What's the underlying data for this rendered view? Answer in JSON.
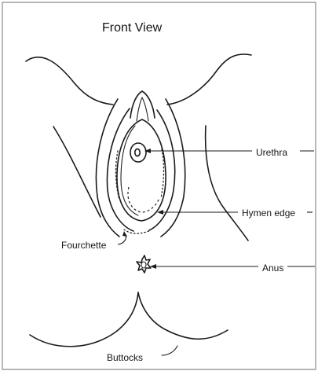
{
  "diagram": {
    "title": "Front View",
    "labels": {
      "urethra": "Urethra",
      "hymen_edge": "Hymen edge",
      "fourchette": "Fourchette",
      "anus": "Anus",
      "buttocks": "Buttocks"
    }
  }
}
